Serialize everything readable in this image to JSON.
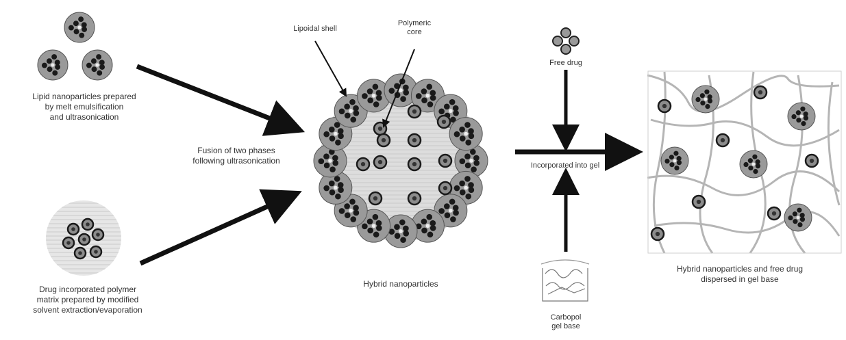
{
  "labels": {
    "lipid_np": "Lipid nanoparticles prepared\nby melt emulsification\nand ultrasonication",
    "polymer_np": "Drug incorporated polymer\nmatrix prepared by modified\nsolvent extraction/evaporation",
    "fusion": "Fusion of two phases\nfollowing ultrasonication",
    "lipoidal_shell": "Lipoidal shell",
    "polymeric_core": "Polymeric\ncore",
    "hybrid_np": "Hybrid nanoparticles",
    "free_drug": "Free drug",
    "incorporated_gel": "Incorporated into gel",
    "carbopol": "Carbopol\ngel base",
    "hybrid_gel": "Hybrid nanoparticles and free drug\ndispersed in gel base"
  },
  "colors": {
    "ink": "#111111",
    "particle_fill": "#9a9a9a",
    "dot": "#1a1a1a",
    "halo": "#d9d9d9",
    "gel_line": "#b5b5b5",
    "core_fill": "#dedede"
  }
}
